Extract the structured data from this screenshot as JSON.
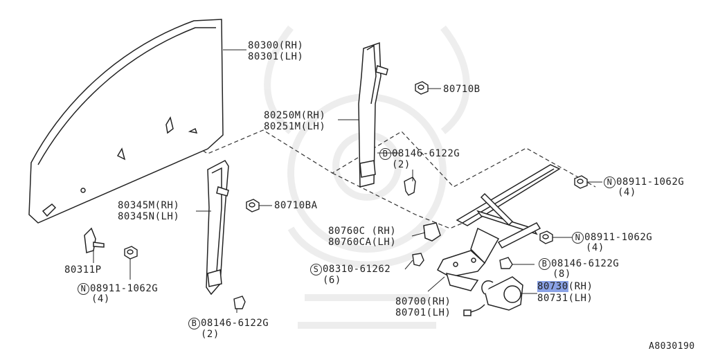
{
  "diagram_id": "A8030190",
  "highlight_color": "#8aa2e6",
  "labels": {
    "glass_rh": "80300(RH)",
    "glass_lh": "80301(LH)",
    "rear_guide_rh": "80250M(RH)",
    "rear_guide_lh": "80251M(LH)",
    "nut_b": "80710B",
    "front_guide_rh": "80345M(RH)",
    "front_guide_lh": "80345N(LH)",
    "nut_ba": "80710BA",
    "holder": "80311P",
    "bolt_guide": {
      "prefix": "B",
      "part": "08146-6122G",
      "qty": "(2)"
    },
    "nut_regulator_top": {
      "prefix": "N",
      "part": "08911-1062G",
      "qty": "(4)"
    },
    "nut_regulator_mid": {
      "prefix": "N",
      "part": "08911-1062G",
      "qty": "(4)"
    },
    "nut_holder": {
      "prefix": "N",
      "part": "08911-1062G",
      "qty": "(4)"
    },
    "clip_rh": "80760C (RH)",
    "clip_lh": "80760CA(LH)",
    "screw": {
      "prefix": "S",
      "part": "08310-61262",
      "qty": "(6)"
    },
    "bolt_regulator": {
      "prefix": "B",
      "part": "08146-6122G",
      "qty": "(8)"
    },
    "regulator_rh": "80700(RH)",
    "regulator_lh": "80701(LH)",
    "motor_rh_code": "80730",
    "motor_rh_side": "(RH)",
    "motor_lh": "80731(LH)",
    "bolt_front_guide": {
      "prefix": "B",
      "part": "08146-6122G",
      "qty": "(2)"
    }
  }
}
